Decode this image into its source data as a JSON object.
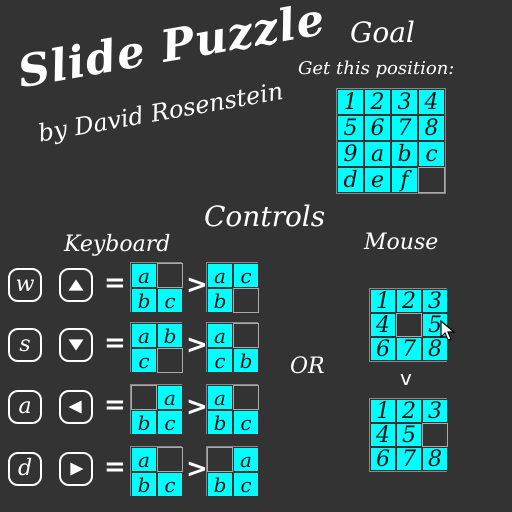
{
  "title": "Slide Puzzle",
  "author": "by David Rosenstein",
  "goal": {
    "title": "Goal",
    "subtitle": "Get this position:",
    "grid": [
      [
        "1",
        "2",
        "3",
        "4"
      ],
      [
        "5",
        "6",
        "7",
        "8"
      ],
      [
        "9",
        "a",
        "b",
        "c"
      ],
      [
        "d",
        "e",
        "f",
        ""
      ]
    ]
  },
  "controls": {
    "title": "Controls",
    "keyboard_title": "Keyboard",
    "mouse_title": "Mouse",
    "or_text": "OR",
    "equals": "=",
    "arrow": ">",
    "rows": [
      {
        "key": "w",
        "arrow_icon": "up-arrow-icon",
        "before": [
          [
            "a",
            ""
          ],
          [
            "b",
            "c"
          ]
        ],
        "after": [
          [
            "a",
            "c"
          ],
          [
            "b",
            ""
          ]
        ]
      },
      {
        "key": "s",
        "arrow_icon": "down-arrow-icon",
        "before": [
          [
            "a",
            "b"
          ],
          [
            "c",
            ""
          ]
        ],
        "after": [
          [
            "a",
            ""
          ],
          [
            "c",
            "b"
          ]
        ]
      },
      {
        "key": "a",
        "arrow_icon": "left-arrow-icon",
        "before": [
          [
            "",
            "a"
          ],
          [
            "b",
            "c"
          ]
        ],
        "after": [
          [
            "a",
            ""
          ],
          [
            "b",
            "c"
          ]
        ]
      },
      {
        "key": "d",
        "arrow_icon": "right-arrow-icon",
        "before": [
          [
            "a",
            ""
          ],
          [
            "b",
            "c"
          ]
        ],
        "after": [
          [
            "",
            "a"
          ],
          [
            "b",
            "c"
          ]
        ]
      }
    ],
    "mouse": {
      "before": [
        [
          "1",
          "2",
          "3"
        ],
        [
          "4",
          "",
          "5"
        ],
        [
          "6",
          "7",
          "8"
        ]
      ],
      "after": [
        [
          "1",
          "2",
          "3"
        ],
        [
          "4",
          "5",
          ""
        ],
        [
          "6",
          "7",
          "8"
        ]
      ],
      "down_arrow": "v",
      "cursor_icon": "mouse-pointer-icon"
    }
  },
  "colors": {
    "background": "#333333",
    "tile": "#00ffff",
    "text": "#ffffff"
  }
}
